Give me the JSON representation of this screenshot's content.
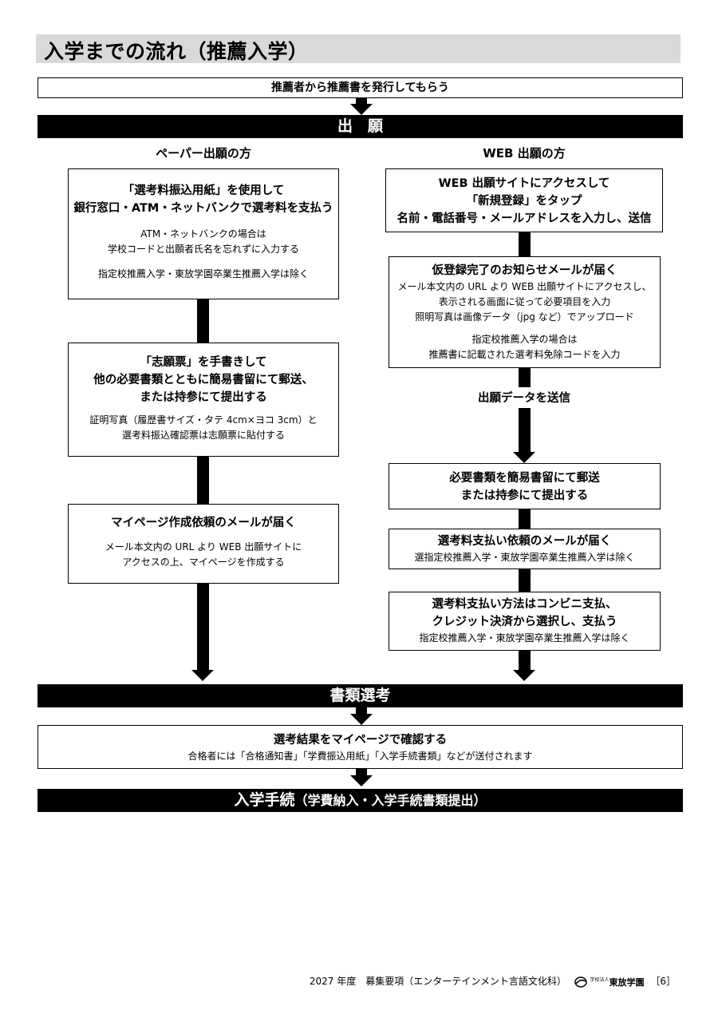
{
  "title": "入学までの流れ（推薦入学）",
  "top_box": "推薦者から推薦書を発行してもらう",
  "application_bar": "出　願",
  "paper": {
    "heading": "ペーパー出願の方",
    "step1": {
      "line1": "「選考料振込用紙」を使用して",
      "line2": "銀行窓口・ATM・ネットバンクで選考料を支払う",
      "note1": "ATM・ネットバンクの場合は",
      "note2": "学校コードと出願者氏名を忘れずに入力する",
      "note3": "指定校推薦入学・東放学園卒業生推薦入学は除く"
    },
    "step2": {
      "line1": "「志願票」を手書きして",
      "line2": "他の必要書類とともに簡易書留にて郵送、",
      "line3": "または持参にて提出する",
      "note1": "証明写真（履歴書サイズ・タテ 4cm×ヨコ 3cm）と",
      "note2": "選考料振込確認票は志願票に貼付する"
    },
    "step3": {
      "line1": "マイページ作成依頼のメールが届く",
      "note1": "メール本文内の URL より WEB 出願サイトに",
      "note2": "アクセスの上、マイページを作成する"
    }
  },
  "web": {
    "heading": "WEB 出願の方",
    "step1": {
      "line1": "WEB 出願サイトにアクセスして",
      "line2": "「新規登録」をタップ",
      "line3": "名前・電話番号・メールアドレスを入力し、送信"
    },
    "step2": {
      "line1": "仮登録完了のお知らせメールが届く",
      "note1": "メール本文内の URL より WEB 出願サイトにアクセスし、",
      "note2": "表示される画面に従って必要項目を入力",
      "note3": "照明写真は画像データ（jpg など）でアップロード",
      "note4": "指定校推薦入学の場合は",
      "note5": "推薦書に記載された選考料免除コードを入力"
    },
    "send_label": "出願データを送信",
    "step3": {
      "line1": "必要書類を簡易書留にて郵送",
      "line2": "または持参にて提出する"
    },
    "step4": {
      "line1": "選考料支払い依頼のメールが届く",
      "note1": "選指定校推薦入学・東放学園卒業生推薦入学は除く"
    },
    "step5": {
      "line1": "選考料支払い方法はコンビニ支払、",
      "line2": "クレジット決済から選択し、支払う",
      "note1": "指定校推薦入学・東放学園卒業生推薦入学は除く"
    }
  },
  "screening_bar": "書類選考",
  "result_box": {
    "line1": "選考結果をマイページで確認する",
    "note1": "合格者には「合格通知書」「学費振込用紙」「入学手続書類」などが送付されます"
  },
  "enrollment_bar": {
    "main": "入学手続",
    "sub": "（学費納入・入学手続書類提出）"
  },
  "footer": {
    "text": "2027 年度　募集要項（エンターテインメント言語文化科）",
    "logo_small": "学校法人",
    "logo_text": "東放学園",
    "page": "［6］"
  }
}
